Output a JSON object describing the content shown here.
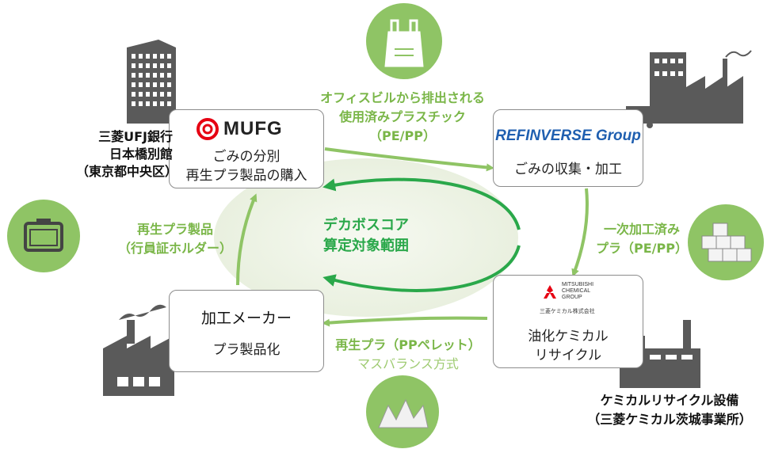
{
  "mufg": {
    "logo_text": "MUFG",
    "line1": "ごみの分別",
    "line2": "再生プラ製品の購入"
  },
  "refinverse": {
    "logo_text": "REFINVERSE Group",
    "label": "ごみの収集・加工"
  },
  "mitsubishi": {
    "logo_line1": "MITSUBISHI",
    "logo_line2": "CHEMICAL",
    "logo_line3": "GROUP",
    "logo_jp": "三菱ケミカル株式会社",
    "line1": "油化ケミカル",
    "line2": "リサイクル"
  },
  "processor": {
    "title": "加工メーカー",
    "label": "プラ製品化"
  },
  "building_label": {
    "line1": "三菱UFJ銀行",
    "line2": "日本橋別館",
    "line3": "（東京都中央区）"
  },
  "plant_label": {
    "line1": "ケミカルリサイクル設備",
    "line2": "（三菱ケミカル茨城事業所）"
  },
  "flow_top": {
    "line1": "オフィスビルから排出される",
    "line2": "使用済みプラスチック",
    "line3": "（PE/PP）"
  },
  "flow_right": {
    "line1": "一次加工済み",
    "line2": "プラ（PE/PP）"
  },
  "flow_bottom": {
    "line1": "再生プラ（PPペレット）",
    "line2": "マスバランス方式"
  },
  "flow_left": {
    "line1": "再生プラ製品",
    "line2": "（行員証ホルダー）"
  },
  "center": {
    "line1": "デカボスコア",
    "line2": "算定対象範囲"
  },
  "colors": {
    "accent_green": "#7ab648",
    "dark_green": "#2aa84a",
    "circle_green": "#8fc465",
    "ellipse_fill": "#eef4e6",
    "icon_gray": "#5a5a5a"
  }
}
